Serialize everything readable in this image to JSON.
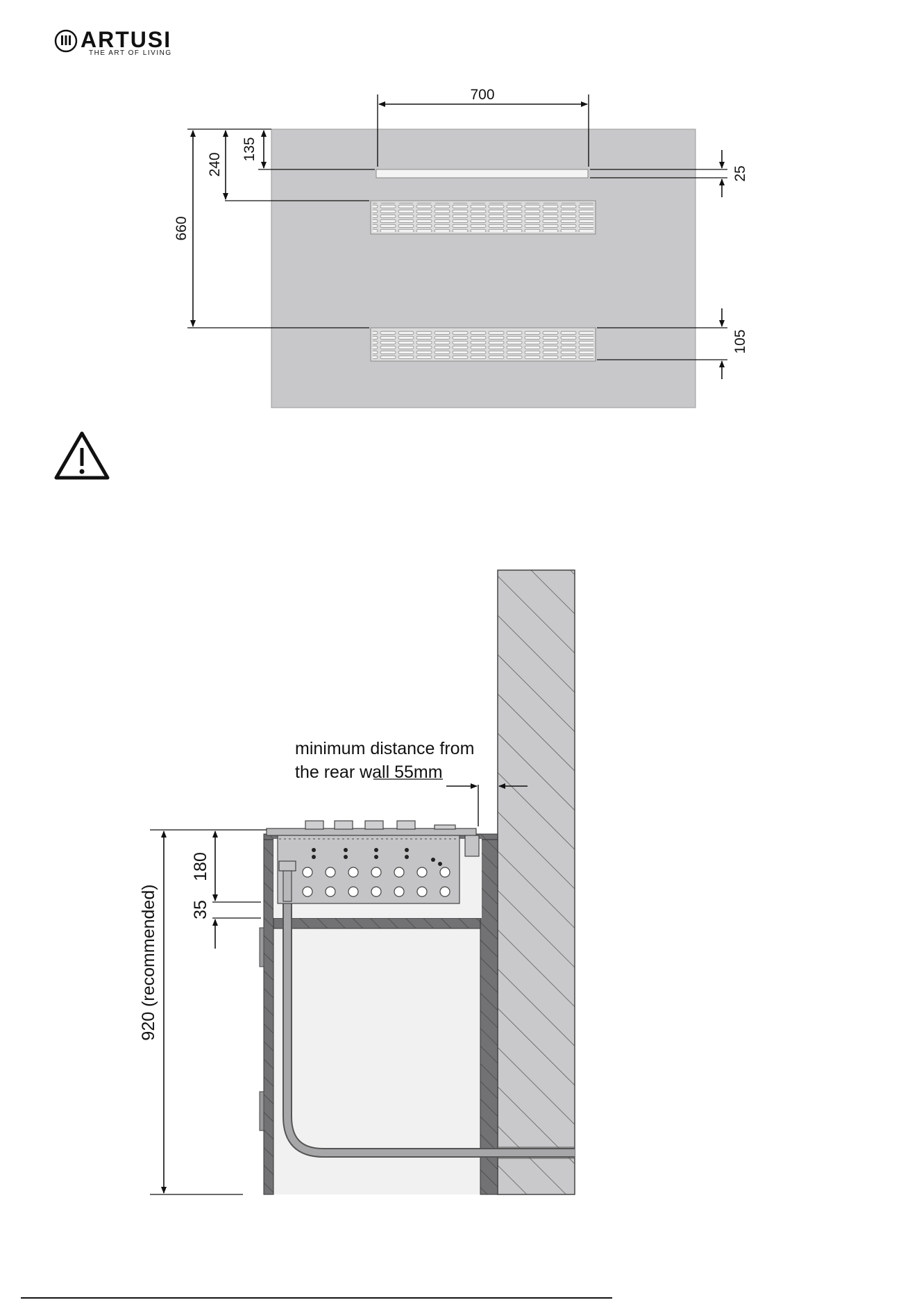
{
  "brand": {
    "name": "ARTUSI",
    "tagline": "THE ART OF LIVING"
  },
  "top_diagram": {
    "dimensions": {
      "width_top": "700",
      "top_gap": "135",
      "to_vent": "240",
      "overall": "660",
      "slot_height": "25",
      "vent_height": "105"
    }
  },
  "bottom_diagram": {
    "note_line1": "minimum distance from",
    "note_line2": "the rear wall 55mm",
    "dimensions": {
      "height_recommended": "920 (recommended)",
      "hob_depth": "180",
      "gap": "35"
    }
  },
  "colors": {
    "panel_grey": "#c8c8ca",
    "wall_grey": "#c9c9cb",
    "cabinet_dark": "#707072",
    "cabinet_light": "#f1f1f1",
    "pipe": "#9a9a9c",
    "line": "#111111"
  }
}
